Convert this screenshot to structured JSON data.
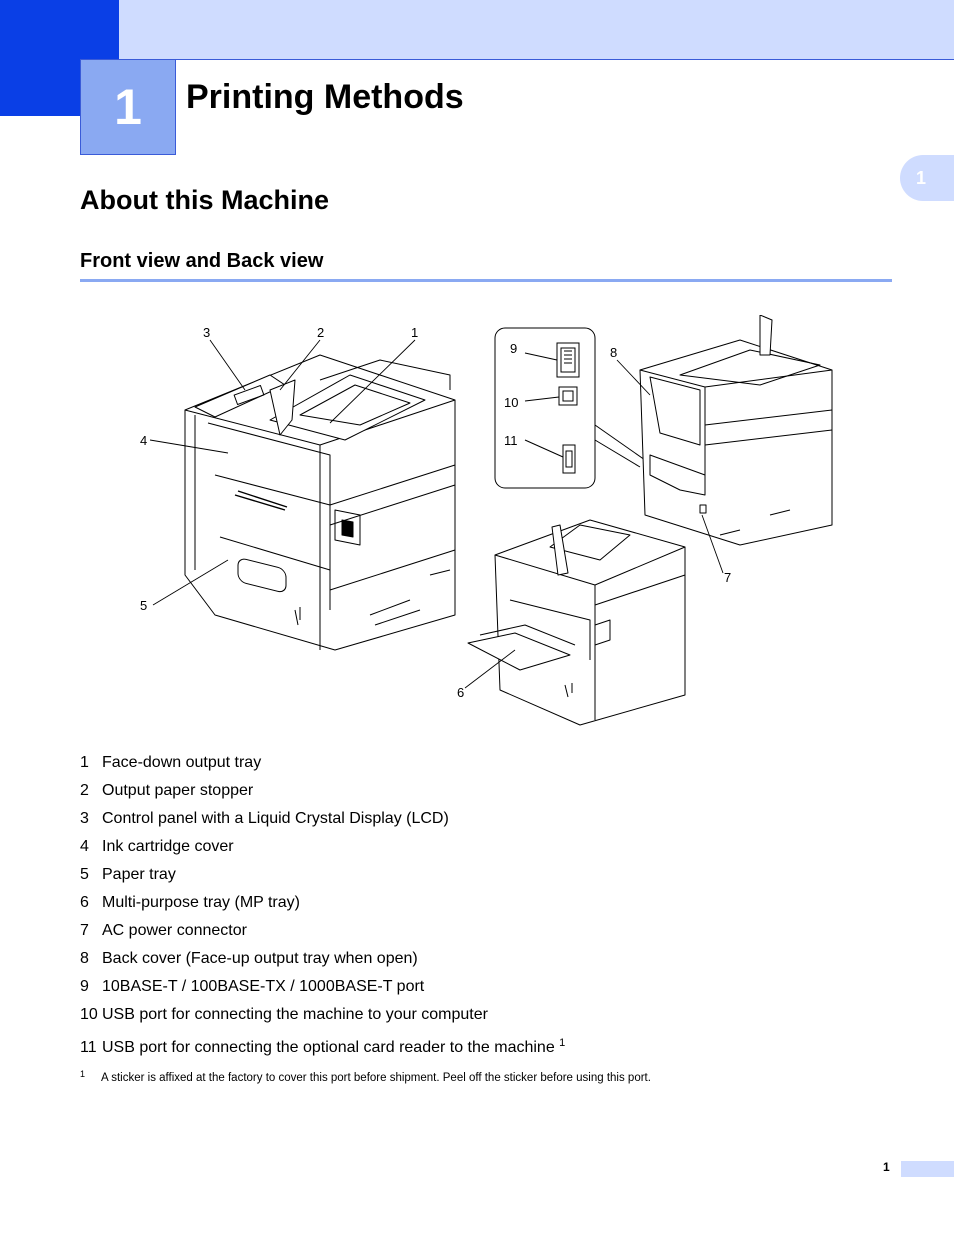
{
  "chapter": {
    "number": "1",
    "title": "Printing Methods",
    "side_tab": "1"
  },
  "section": {
    "title": "About this Machine",
    "subtitle": "Front view and Back view"
  },
  "figure_callouts": [
    "1",
    "2",
    "3",
    "4",
    "5",
    "6",
    "7",
    "8",
    "9",
    "10",
    "11"
  ],
  "legend": [
    {
      "num": "1",
      "text": "Face-down output tray"
    },
    {
      "num": "2",
      "text": "Output paper stopper"
    },
    {
      "num": "3",
      "text": "Control panel with a Liquid Crystal Display (LCD)"
    },
    {
      "num": "4",
      "text": "Ink cartridge cover"
    },
    {
      "num": "5",
      "text": "Paper tray"
    },
    {
      "num": "6",
      "text": "Multi-purpose tray (MP tray)"
    },
    {
      "num": "7",
      "text": "AC power connector"
    },
    {
      "num": "8",
      "text": "Back cover (Face-up output tray when open)"
    },
    {
      "num": "9",
      "text": "10BASE-T / 100BASE-TX / 1000BASE-T port"
    },
    {
      "num": "10",
      "text": "USB port for connecting the machine to your computer"
    },
    {
      "num": "11",
      "text": "USB port for connecting the optional card reader to the machine",
      "footnote_ref": "1"
    }
  ],
  "footnote": {
    "mark": "1",
    "text": "A sticker is affixed at the factory to cover this port before shipment. Peel off the sticker before using this port."
  },
  "page_number": "1"
}
